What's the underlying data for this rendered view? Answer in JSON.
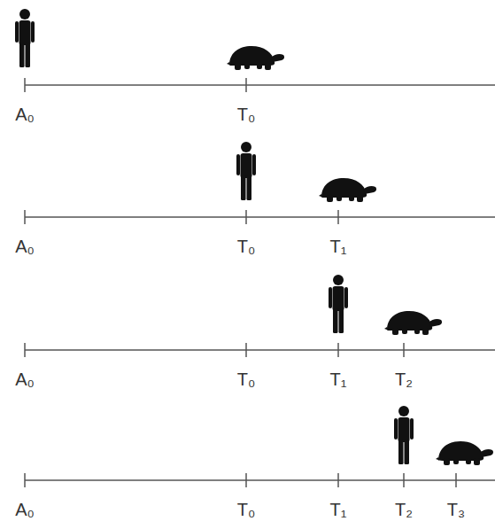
{
  "diagram": {
    "labels": [
      "A₀",
      "T₀",
      "A₀",
      "T₀",
      "T₁",
      "A₀",
      "T₀",
      "T₁",
      "T₂",
      "A₀",
      "T₀",
      "T₁",
      "T₂",
      "T₃"
    ]
  }
}
